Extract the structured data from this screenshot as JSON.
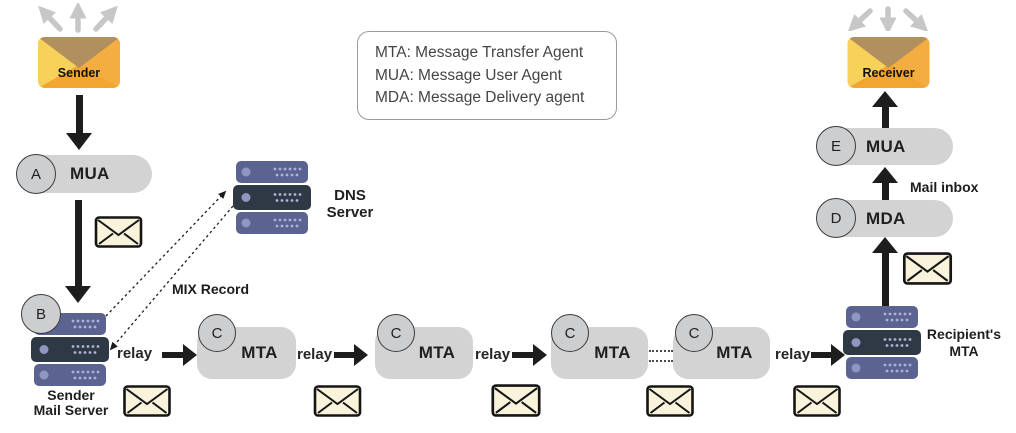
{
  "legend": {
    "line1": "MTA: Message Transfer Agent",
    "line2": "MUA: Message User Agent",
    "line3": "MDA: Message Delivery agent"
  },
  "sender": {
    "label": "Sender"
  },
  "receiver": {
    "label": "Receiver"
  },
  "mua_a": {
    "badge": "A",
    "label": "MUA"
  },
  "sender_mail_server": {
    "badge": "B",
    "caption_line1": "Sender",
    "caption_line2": "Mail Server"
  },
  "dns_server": {
    "caption_line1": "DNS",
    "caption_line2": "Server"
  },
  "mix_record_label": "MIX Record",
  "relay_label": "relay",
  "mta": {
    "badge": "C",
    "label": "MTA"
  },
  "recipient_mta": {
    "caption_line1": "Recipient's",
    "caption_line2": "MTA"
  },
  "mda": {
    "badge": "D",
    "label": "MDA"
  },
  "mua_e": {
    "badge": "E",
    "label": "MUA"
  },
  "mail_inbox_label": "Mail inbox",
  "colors": {
    "pill_gray": "#d3d3d4",
    "badge_gray": "#cdced0",
    "arrow_black": "#1d1d1d",
    "arrow_gray": "#c7c7c7",
    "server_light": "#5b6490",
    "server_dark": "#2e3945",
    "server_dot": "#aab3d8",
    "mail_envelope_fill": "#faf3dc",
    "big_envelope_yellow": "#f8d15a",
    "big_envelope_orange": "#f3ad41",
    "big_envelope_flap": "#b28f5f"
  }
}
